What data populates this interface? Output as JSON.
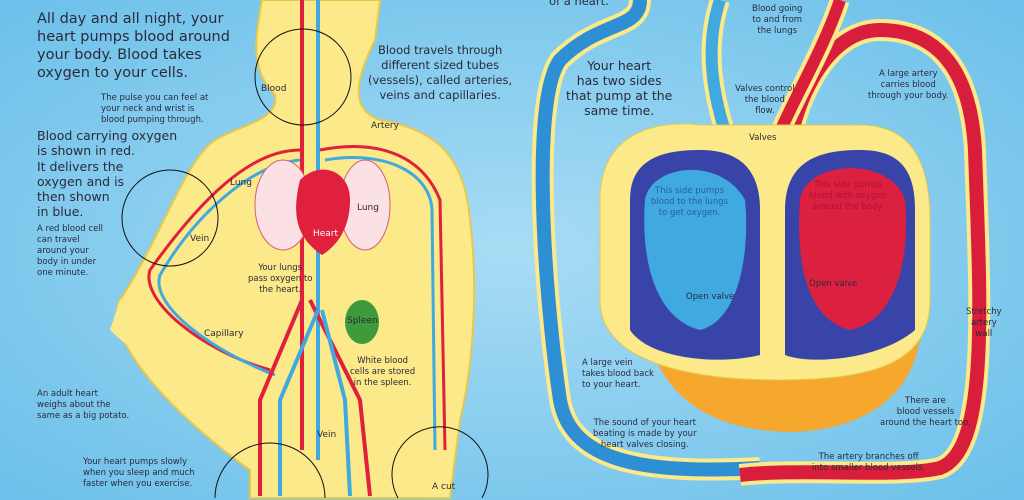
{
  "left_page": {
    "intro": [
      "All day and all night, your",
      "heart pumps blood around",
      "your body. Blood takes",
      "oxygen to your cells."
    ],
    "vessels_note": [
      "Blood travels through",
      "different sized tubes",
      "(vessels), called arteries,",
      "veins and capillaries."
    ],
    "pulse_note": [
      "The pulse you can feel at",
      "your neck and wrist is",
      "blood pumping through."
    ],
    "color_note": [
      "Blood carrying oxygen",
      "is shown in red.",
      "It delivers the",
      "oxygen and is",
      "then shown",
      "in blue."
    ],
    "cell_note": [
      "A red blood cell",
      "can travel",
      "around your",
      "body in under",
      "one minute."
    ],
    "weight_note": [
      "An adult heart",
      "weighs about the",
      "same as a big potato."
    ],
    "exercise_note": [
      "Your heart pumps slowly",
      "when you sleep and much",
      "faster when you exercise."
    ],
    "lungs_note": [
      "Your lungs",
      "pass oxygen to",
      "the heart."
    ],
    "spleen_note": [
      "White blood",
      "cells are stored",
      "in the spleen."
    ],
    "labels": {
      "blood": "Blood",
      "artery": "Artery",
      "lung_left": "Lung",
      "lung_right": "Lung",
      "heart": "Heart",
      "vein_arm": "Vein",
      "spleen": "Spleen",
      "capillary": "Capillary",
      "vein_leg": "Vein",
      "cut": "A cut"
    }
  },
  "right_page": {
    "top_fragment": "of a heart.",
    "two_sides": [
      "Your heart",
      "has two sides",
      "that pump at the",
      "same time."
    ],
    "lungs_flow": [
      "Blood going",
      "to and from",
      "the lungs"
    ],
    "valves_note": [
      "Valves control",
      "the blood",
      "flow."
    ],
    "valves_label": "Valves",
    "large_artery": [
      "A large artery",
      "carries blood",
      "through your body."
    ],
    "blue_side": [
      "This side pumps",
      "blood to the lungs",
      "to get oxygen."
    ],
    "red_side": [
      "This side pumps",
      "blood with oxygen",
      "around the body."
    ],
    "open_valve_left": "Open valve",
    "open_valve_right": "Open valve",
    "stretchy": [
      "Stretchy",
      "artery",
      "wall"
    ],
    "large_vein": [
      "A large vein",
      "takes blood back",
      "to your heart."
    ],
    "heart_vessels": [
      "There are",
      "blood vessels",
      "around the heart too."
    ],
    "heart_sound": [
      "The sound of your heart",
      "beating is made by your",
      "heart valves closing."
    ],
    "branches": [
      "The artery branches off",
      "into smaller blood vessels."
    ]
  },
  "colors": {
    "background": "#86cdef",
    "body": "#fbe98a",
    "artery": "#e0203c",
    "vein": "#3fa9e0",
    "spleen": "#3e9a3a",
    "heart_base": "#f5a72e"
  }
}
